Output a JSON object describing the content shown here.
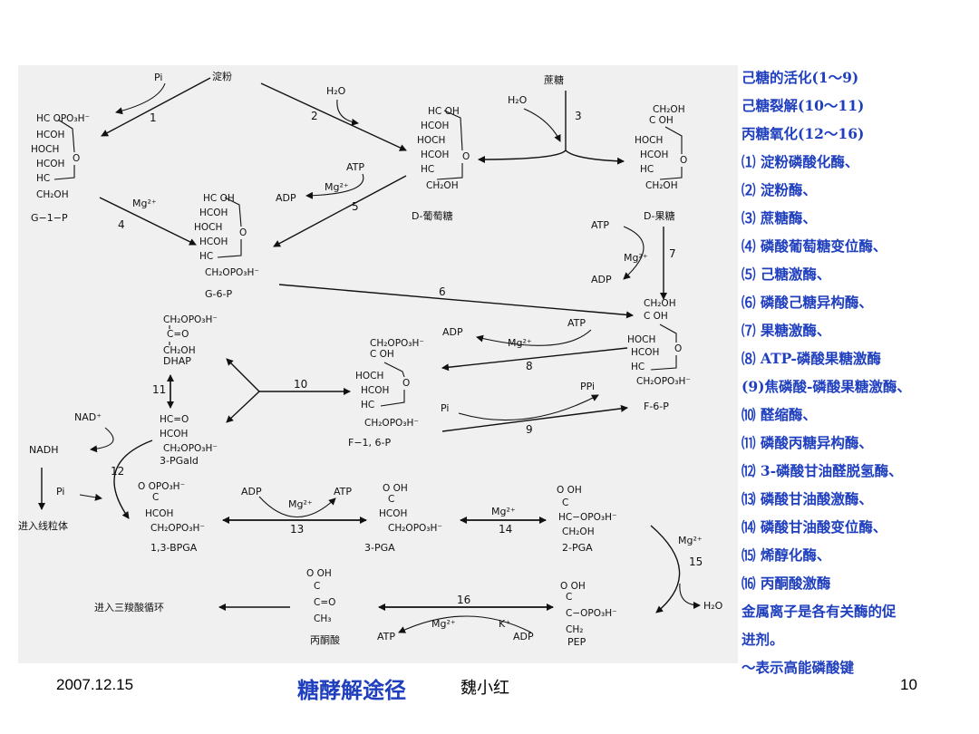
{
  "diagram": {
    "starch": "淀粉",
    "sucrose": "蔗糖",
    "pi": "Pi",
    "h2o": "H₂O",
    "atp": "ATP",
    "adp": "ADP",
    "mg": "Mg²⁺",
    "ppi": "PPi",
    "nad": "NAD⁺",
    "nadh": "NADH",
    "k": "K⁺",
    "g1p": "G−1−P",
    "g6p": "G-6-P",
    "glucose": "D-葡萄糖",
    "fructose": "D-果糖",
    "f6p": "F-6-P",
    "f16p": "F−1, 6-P",
    "dhap": "DHAP",
    "pgald": "3-PGald",
    "bpga": "1,3-BPGA",
    "pga3": "3-PGA",
    "pga2": "2-PGA",
    "pep": "PEP",
    "pyruvate": "丙酮酸",
    "mito": "进入线粒体",
    "tca": "进入三羧酸循环",
    "steps": [
      "1",
      "2",
      "3",
      "4",
      "5",
      "6",
      "7",
      "8",
      "9",
      "10",
      "11",
      "12",
      "13",
      "14",
      "15",
      "16"
    ]
  },
  "legend": [
    "己糖的活化(1～9)",
    "己糖裂解(10～11)",
    "丙糖氧化(12～16)",
    "⑴ 淀粉磷酸化酶、",
    "⑵ 淀粉酶、",
    "⑶ 蔗糖酶、",
    "⑷ 磷酸葡萄糖变位酶、",
    "⑸ 己糖激酶、",
    "⑹ 磷酸己糖异构酶、",
    "⑺ 果糖激酶、",
    "⑻ ATP-磷酸果糖激酶",
    "(9)焦磷酸-磷酸果糖激酶、",
    "⑽ 醛缩酶、",
    "⑾ 磷酸丙糖异构酶、",
    "⑿ 3-磷酸甘油醛脱氢酶、",
    "⒀ 磷酸甘油酸激酶、",
    "⒁ 磷酸甘油酸变位酶、",
    "⒂ 烯醇化酶、",
    "⒃ 丙酮酸激酶",
    "金属离子是各有关酶的促",
    "进剂。",
    "～表示高能磷酸键"
  ],
  "footer": {
    "date": "2007.12.15",
    "title": "糖酵解途径",
    "author": "魏小红",
    "page": "10"
  }
}
